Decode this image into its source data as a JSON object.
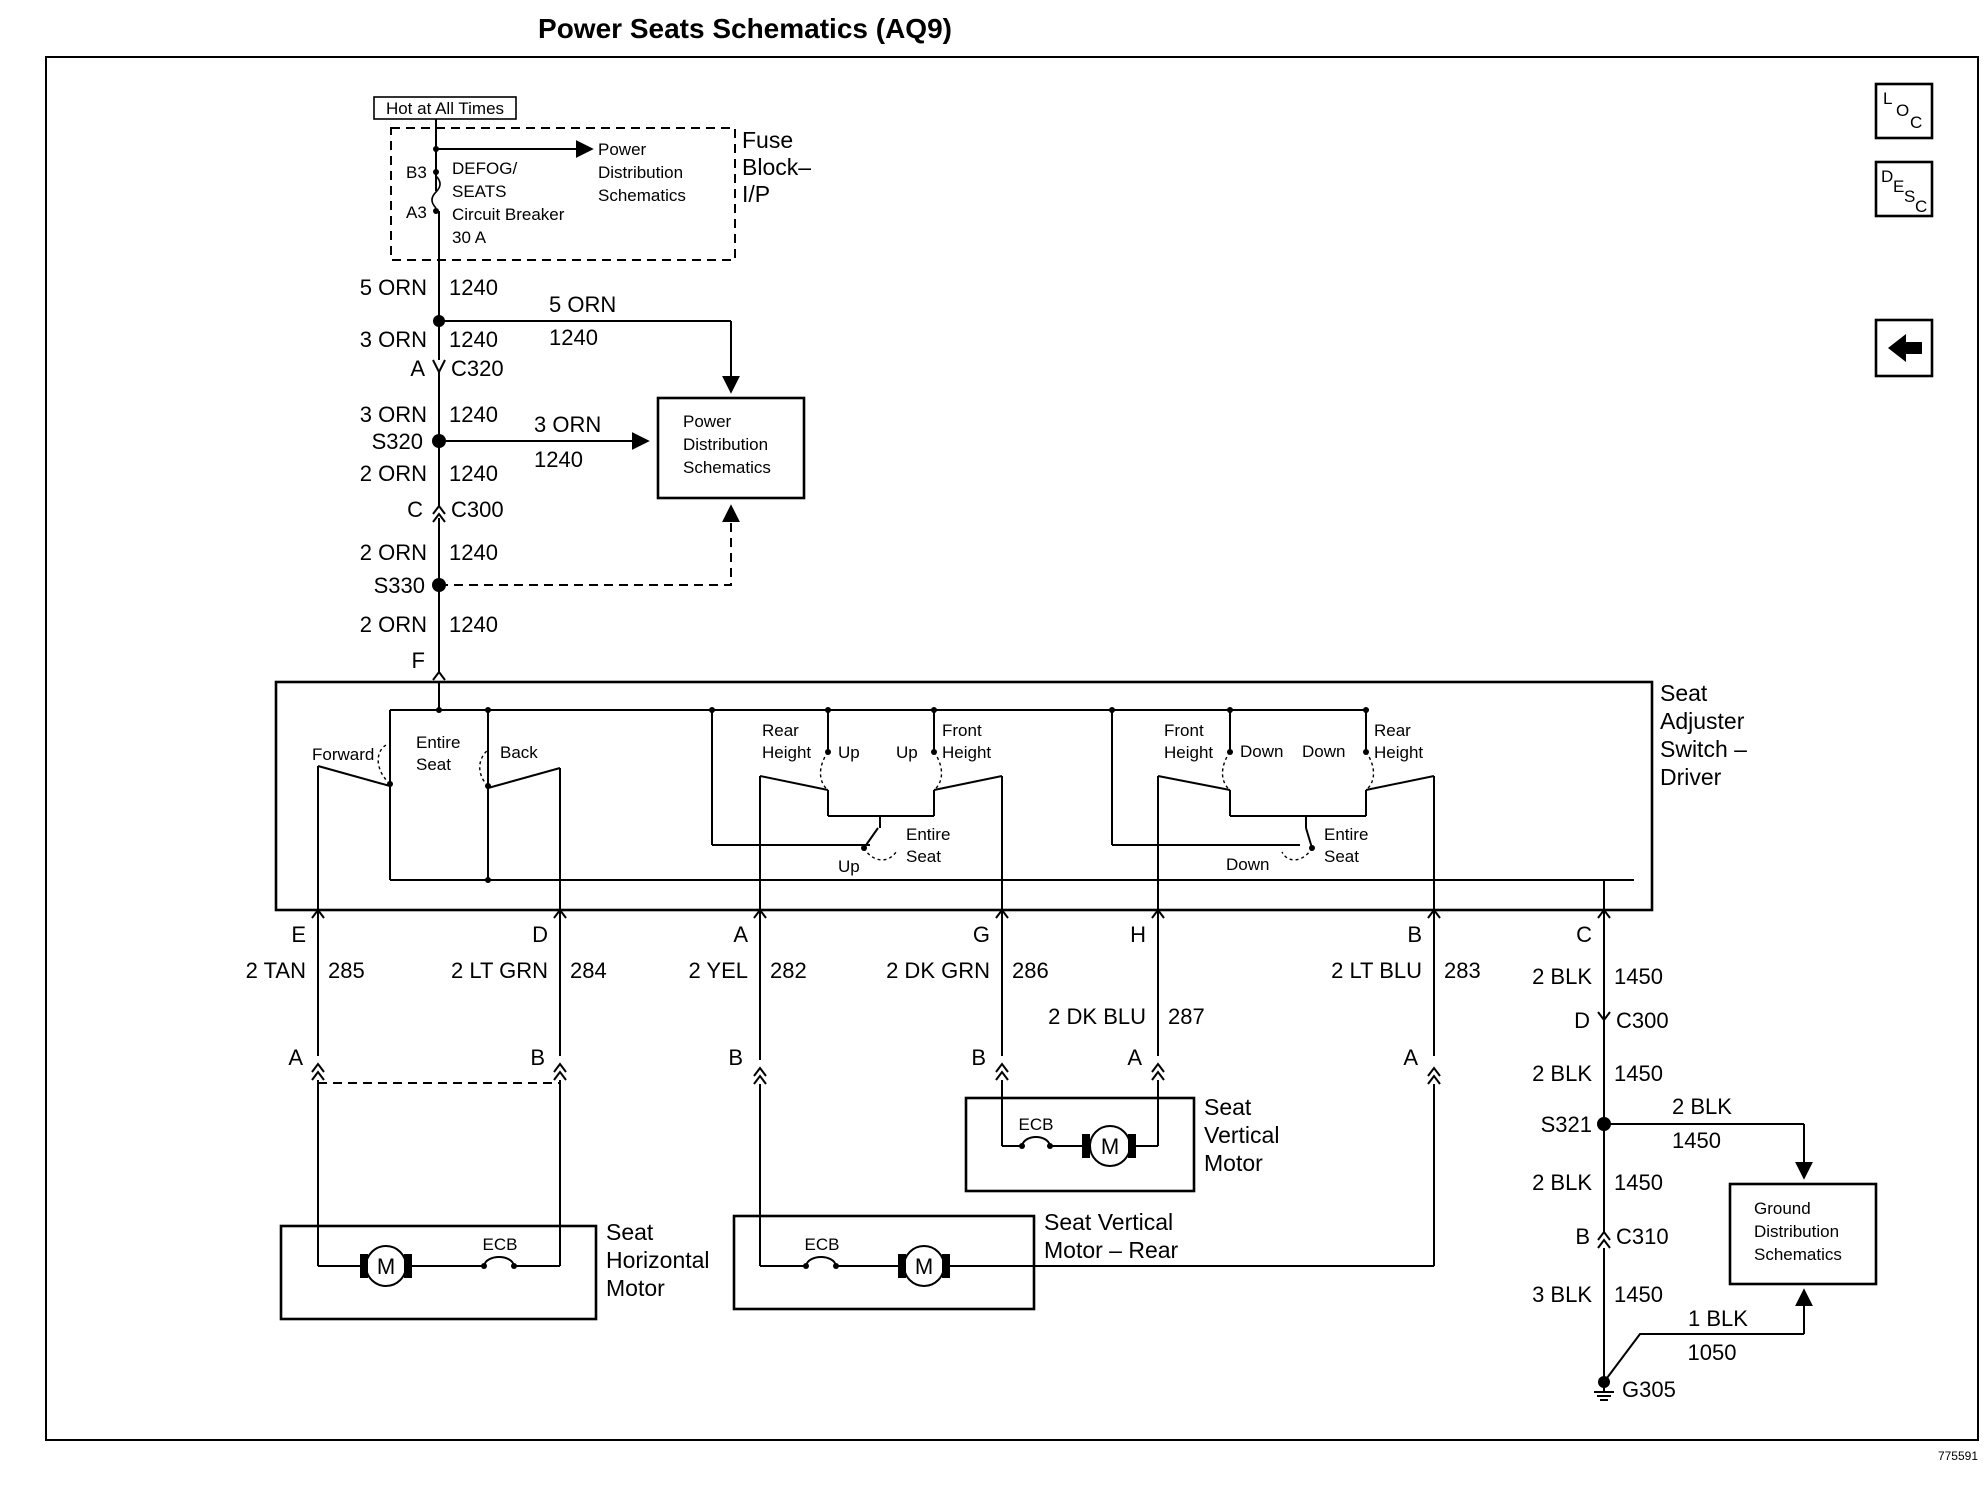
{
  "title": "Power Seats Schematics (AQ9)",
  "figure_id": "775591",
  "nav": {
    "loc_letters": [
      "L",
      "O",
      "C"
    ],
    "desc_letters": [
      "D",
      "E",
      "S",
      "C"
    ],
    "back_icon": "left-arrow-icon"
  },
  "fuse_block": {
    "hot_label": "Hot at All Times",
    "pin_b3": "B3",
    "pin_a3": "A3",
    "breaker_lines": [
      "DEFOG/",
      "SEATS",
      "Circuit Breaker",
      "30 A"
    ],
    "to_power_lines": [
      "Power",
      "Distribution",
      "Schematics"
    ],
    "label_lines": [
      "Fuse",
      "Block–",
      "I/P"
    ]
  },
  "feed": {
    "w1_gauge": "5 ORN",
    "w1_circuit": "1240",
    "branch_gauge": "5 ORN",
    "branch_circuit": "1240",
    "w2_gauge": "3 ORN",
    "w2_circuit": "1240",
    "c320_pin": "A",
    "c320": "C320",
    "w3_gauge": "3 ORN",
    "w3_circuit": "1240",
    "s320": "S320",
    "s320_branch_gauge": "3 ORN",
    "s320_branch_circuit": "1240",
    "w4_gauge": "2 ORN",
    "w4_circuit": "1240",
    "c300_pin": "C",
    "c300": "C300",
    "w5_gauge": "2 ORN",
    "w5_circuit": "1240",
    "s330": "S330",
    "w6_gauge": "2 ORN",
    "w6_circuit": "1240",
    "switch_pin": "F"
  },
  "power_dist_box": [
    "Power",
    "Distribution",
    "Schematics"
  ],
  "switch": {
    "label_lines": [
      "Seat",
      "Adjuster",
      "Switch –",
      "Driver"
    ],
    "horiz": {
      "forward": "Forward",
      "entire": [
        "Entire",
        "Seat"
      ],
      "back": "Back"
    },
    "front_up": {
      "rear_height": [
        "Rear",
        "Height"
      ],
      "up1": "Up",
      "up2": "Up",
      "front_height": [
        "Front",
        "Height"
      ],
      "entire": [
        "Entire",
        "Seat"
      ],
      "up3": "Up"
    },
    "down": {
      "front_height": [
        "Front",
        "Height"
      ],
      "down1": "Down",
      "down2": "Down",
      "rear_height": [
        "Rear",
        "Height"
      ],
      "entire": [
        "Entire",
        "Seat"
      ],
      "down3": "Down"
    }
  },
  "outputs": [
    {
      "pin": "E",
      "gauge": "2 TAN",
      "circuit": "285"
    },
    {
      "pin": "D",
      "gauge": "2 LT GRN",
      "circuit": "284"
    },
    {
      "pin": "A",
      "gauge": "2 YEL",
      "circuit": "282"
    },
    {
      "pin": "G",
      "gauge": "2 DK GRN",
      "circuit": "286"
    },
    {
      "pin": "H",
      "gauge": "2 DK BLU",
      "circuit": "287"
    },
    {
      "pin": "B",
      "gauge": "2 LT BLU",
      "circuit": "283"
    },
    {
      "pin": "C",
      "gauge": "2 BLK",
      "circuit": "1450"
    }
  ],
  "motors": {
    "horizontal": {
      "label_lines": [
        "Seat",
        "Horizontal",
        "Motor"
      ],
      "pin_a": "A",
      "pin_b": "B",
      "ecb": "ECB",
      "m": "M"
    },
    "rear": {
      "label_lines": [
        "Seat Vertical",
        "Motor – Rear"
      ],
      "pin_b": "B",
      "pin_a": "A",
      "ecb": "ECB",
      "m": "M"
    },
    "front": {
      "label_lines": [
        "Seat",
        "Vertical",
        "Motor"
      ],
      "pin_b": "B",
      "pin_a": "A",
      "ecb": "ECB",
      "m": "M"
    }
  },
  "ground": {
    "c300_pin": "D",
    "c300": "C300",
    "w2_gauge": "2 BLK",
    "w2_circuit": "1450",
    "s321": "S321",
    "branch_gauge": "2 BLK",
    "branch_circuit": "1450",
    "w3_gauge": "2 BLK",
    "w3_circuit": "1450",
    "c310_pin": "B",
    "c310": "C310",
    "w4_gauge": "3 BLK",
    "w4_circuit": "1450",
    "g_branch_gauge": "1 BLK",
    "g_branch_circuit": "1050",
    "g305": "G305",
    "box_lines": [
      "Ground",
      "Distribution",
      "Schematics"
    ]
  }
}
